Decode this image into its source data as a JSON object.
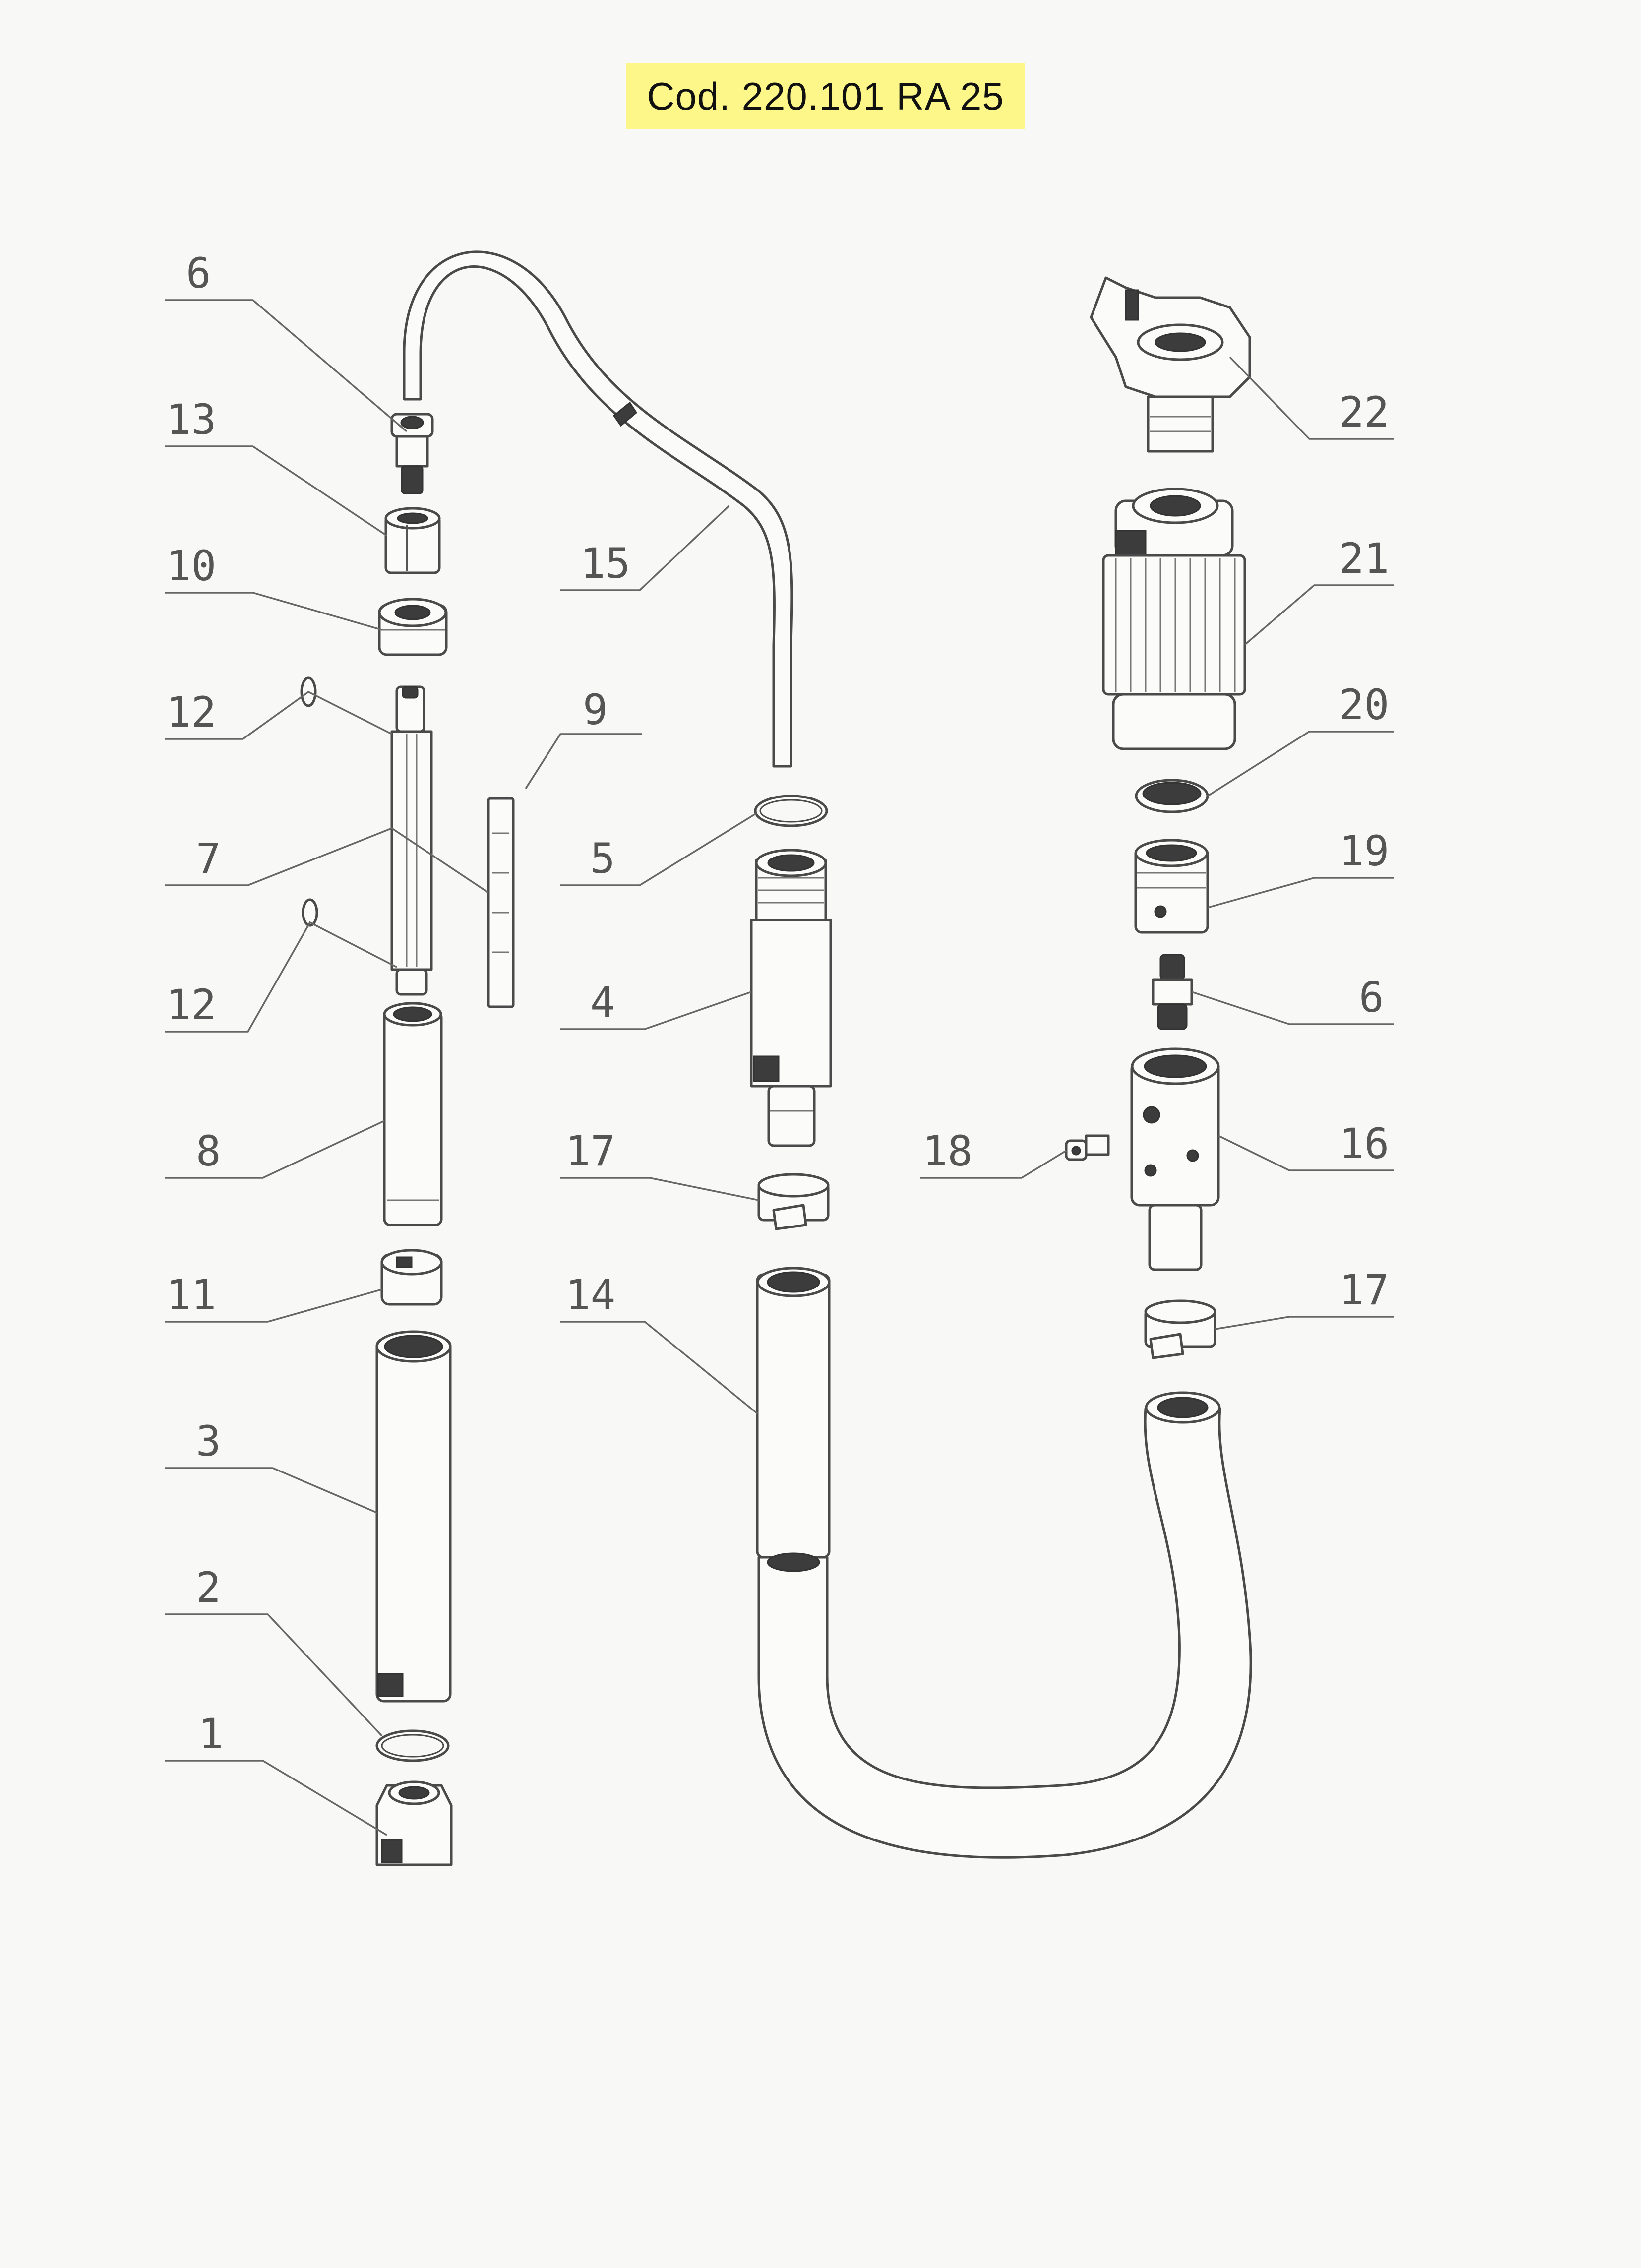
{
  "header": {
    "code": "Cod. 220.101 RA 25"
  },
  "diagram": {
    "type": "exploded-parts-view",
    "part_labels": {
      "p1": "1",
      "p2": "2",
      "p3": "3",
      "p4": "4",
      "p5": "5",
      "p6a": "6",
      "p6b": "6",
      "p7": "7",
      "p8": "8",
      "p9": "9",
      "p10": "10",
      "p11": "11",
      "p12a": "12",
      "p12b": "12",
      "p13": "13",
      "p14": "14",
      "p15": "15",
      "p16": "16",
      "p17a": "17",
      "p17b": "17",
      "p18": "18",
      "p19": "19",
      "p20": "20",
      "p21": "21",
      "p22": "22"
    }
  }
}
